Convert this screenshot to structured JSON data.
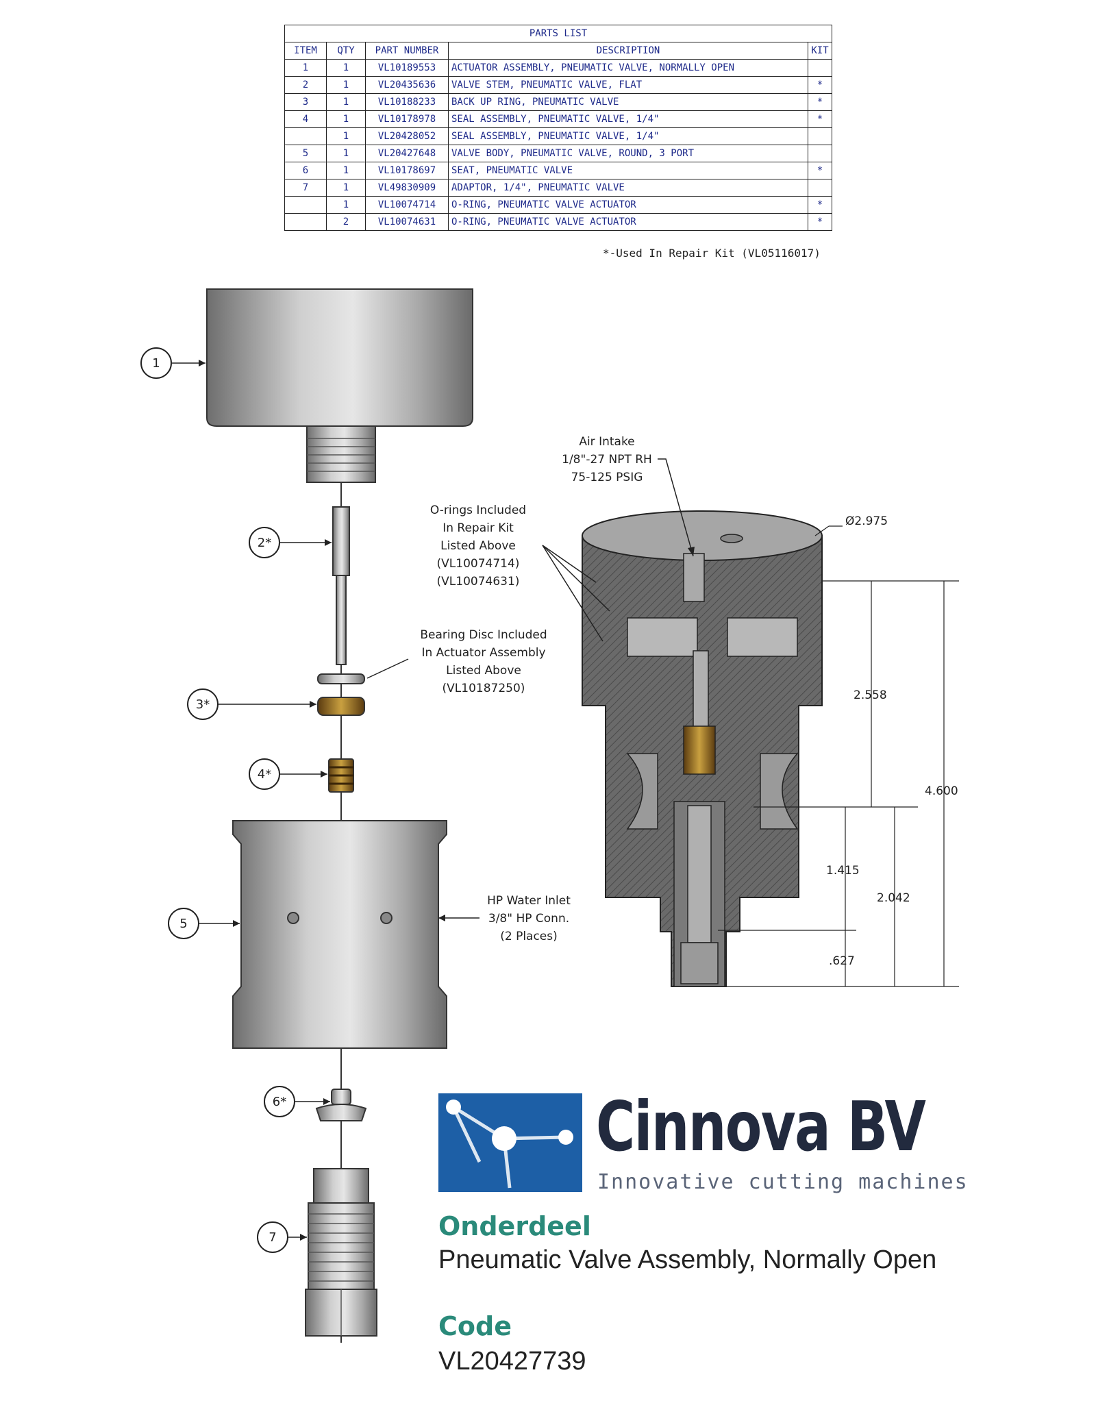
{
  "parts_list": {
    "title": "PARTS LIST",
    "headers": [
      "ITEM",
      "QTY",
      "PART NUMBER",
      "DESCRIPTION",
      "KIT"
    ],
    "rows": [
      {
        "item": "1",
        "qty": "1",
        "part": "VL10189553",
        "desc": "ACTUATOR ASSEMBLY, PNEUMATIC VALVE, NORMALLY OPEN",
        "kit": ""
      },
      {
        "item": "2",
        "qty": "1",
        "part": "VL20435636",
        "desc": "VALVE STEM, PNEUMATIC VALVE, FLAT",
        "kit": "*"
      },
      {
        "item": "3",
        "qty": "1",
        "part": "VL10188233",
        "desc": "BACK UP RING, PNEUMATIC VALVE",
        "kit": "*"
      },
      {
        "item": "4",
        "qty": "1",
        "part": "VL10178978",
        "desc": "SEAL ASSEMBLY, PNEUMATIC VALVE, 1/4\"",
        "kit": "*"
      },
      {
        "item": "",
        "qty": "1",
        "part": "VL20428052",
        "desc": "SEAL ASSEMBLY, PNEUMATIC VALVE, 1/4\"",
        "kit": ""
      },
      {
        "item": "5",
        "qty": "1",
        "part": "VL20427648",
        "desc": "VALVE BODY, PNEUMATIC VALVE, ROUND, 3 PORT",
        "kit": ""
      },
      {
        "item": "6",
        "qty": "1",
        "part": "VL10178697",
        "desc": "SEAT, PNEUMATIC VALVE",
        "kit": "*"
      },
      {
        "item": "7",
        "qty": "1",
        "part": "VL49830909",
        "desc": "ADAPTOR, 1/4\", PNEUMATIC VALVE",
        "kit": ""
      },
      {
        "item": "",
        "qty": "1",
        "part": "VL10074714",
        "desc": "O-RING, PNEUMATIC VALVE ACTUATOR",
        "kit": "*"
      },
      {
        "item": "",
        "qty": "2",
        "part": "VL10074631",
        "desc": "O-RING, PNEUMATIC VALVE ACTUATOR",
        "kit": "*"
      }
    ],
    "note": "*-Used In Repair Kit (VL05116017)"
  },
  "balloons": [
    "1",
    "2*",
    "3*",
    "4*",
    "5",
    "6*",
    "7"
  ],
  "callouts": {
    "air_intake": [
      "Air Intake",
      "1/8\"-27 NPT RH",
      "75-125 PSIG"
    ],
    "o_rings": [
      "O-rings Included",
      "In Repair Kit",
      "Listed Above",
      "(VL10074714)",
      "(VL10074631)"
    ],
    "bearing_disc": [
      "Bearing Disc Included",
      "In Actuator Assembly",
      "Listed Above",
      "(VL10187250)"
    ],
    "hp_water": [
      "HP Water Inlet",
      "3/8\" HP Conn.",
      "(2 Places)"
    ]
  },
  "dimensions": {
    "diameter": "Ø2.975",
    "d_2558": "2.558",
    "d_4600": "4.600",
    "d_1415": "1.415",
    "d_2042": "2.042",
    "d_627": ".627"
  },
  "brand": {
    "name": "Cinnova BV",
    "tagline": "Innovative cutting machines",
    "colors": {
      "logo_blue": "#1d5fa6",
      "heading_teal": "#2a8a7a",
      "wordmark": "#222a3e"
    }
  },
  "info": {
    "part_heading": "Onderdeel",
    "part_name": "Pneumatic Valve Assembly, Normally Open",
    "code_heading": "Code",
    "code_value": "VL20427739"
  }
}
